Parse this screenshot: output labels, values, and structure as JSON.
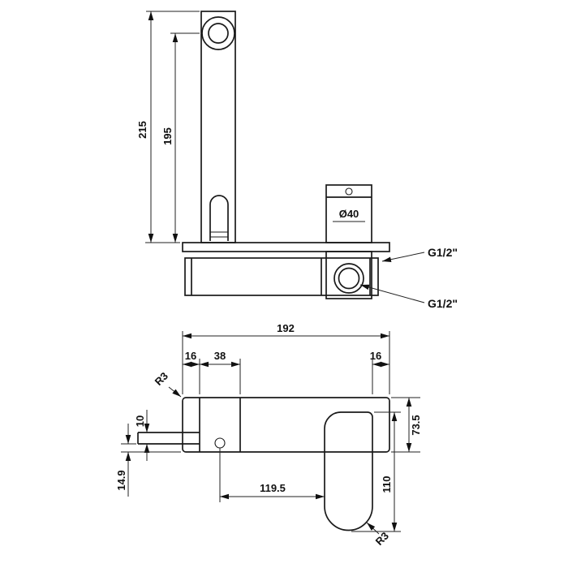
{
  "colors": {
    "background": "#ffffff",
    "line": "#1a1a1a"
  },
  "side_view": {
    "dims": {
      "height_total": "215",
      "height_to_aerator": "195",
      "body_diameter": "Ø40"
    },
    "labels": {
      "inlet_top": "G1/2\"",
      "inlet_bottom": "G1/2\""
    }
  },
  "front_view": {
    "dims": {
      "plate_width": "192",
      "edge_to_spout": "16",
      "spout_base_width": "38",
      "handle_to_edge": "16",
      "plate_corner_radius": "R3",
      "spout_tube_height": "10",
      "spout_offset": "14.9",
      "plate_height": "73.5",
      "handle_length": "110",
      "spout_to_handle": "119.5",
      "handle_corner_radius": "R3"
    }
  }
}
